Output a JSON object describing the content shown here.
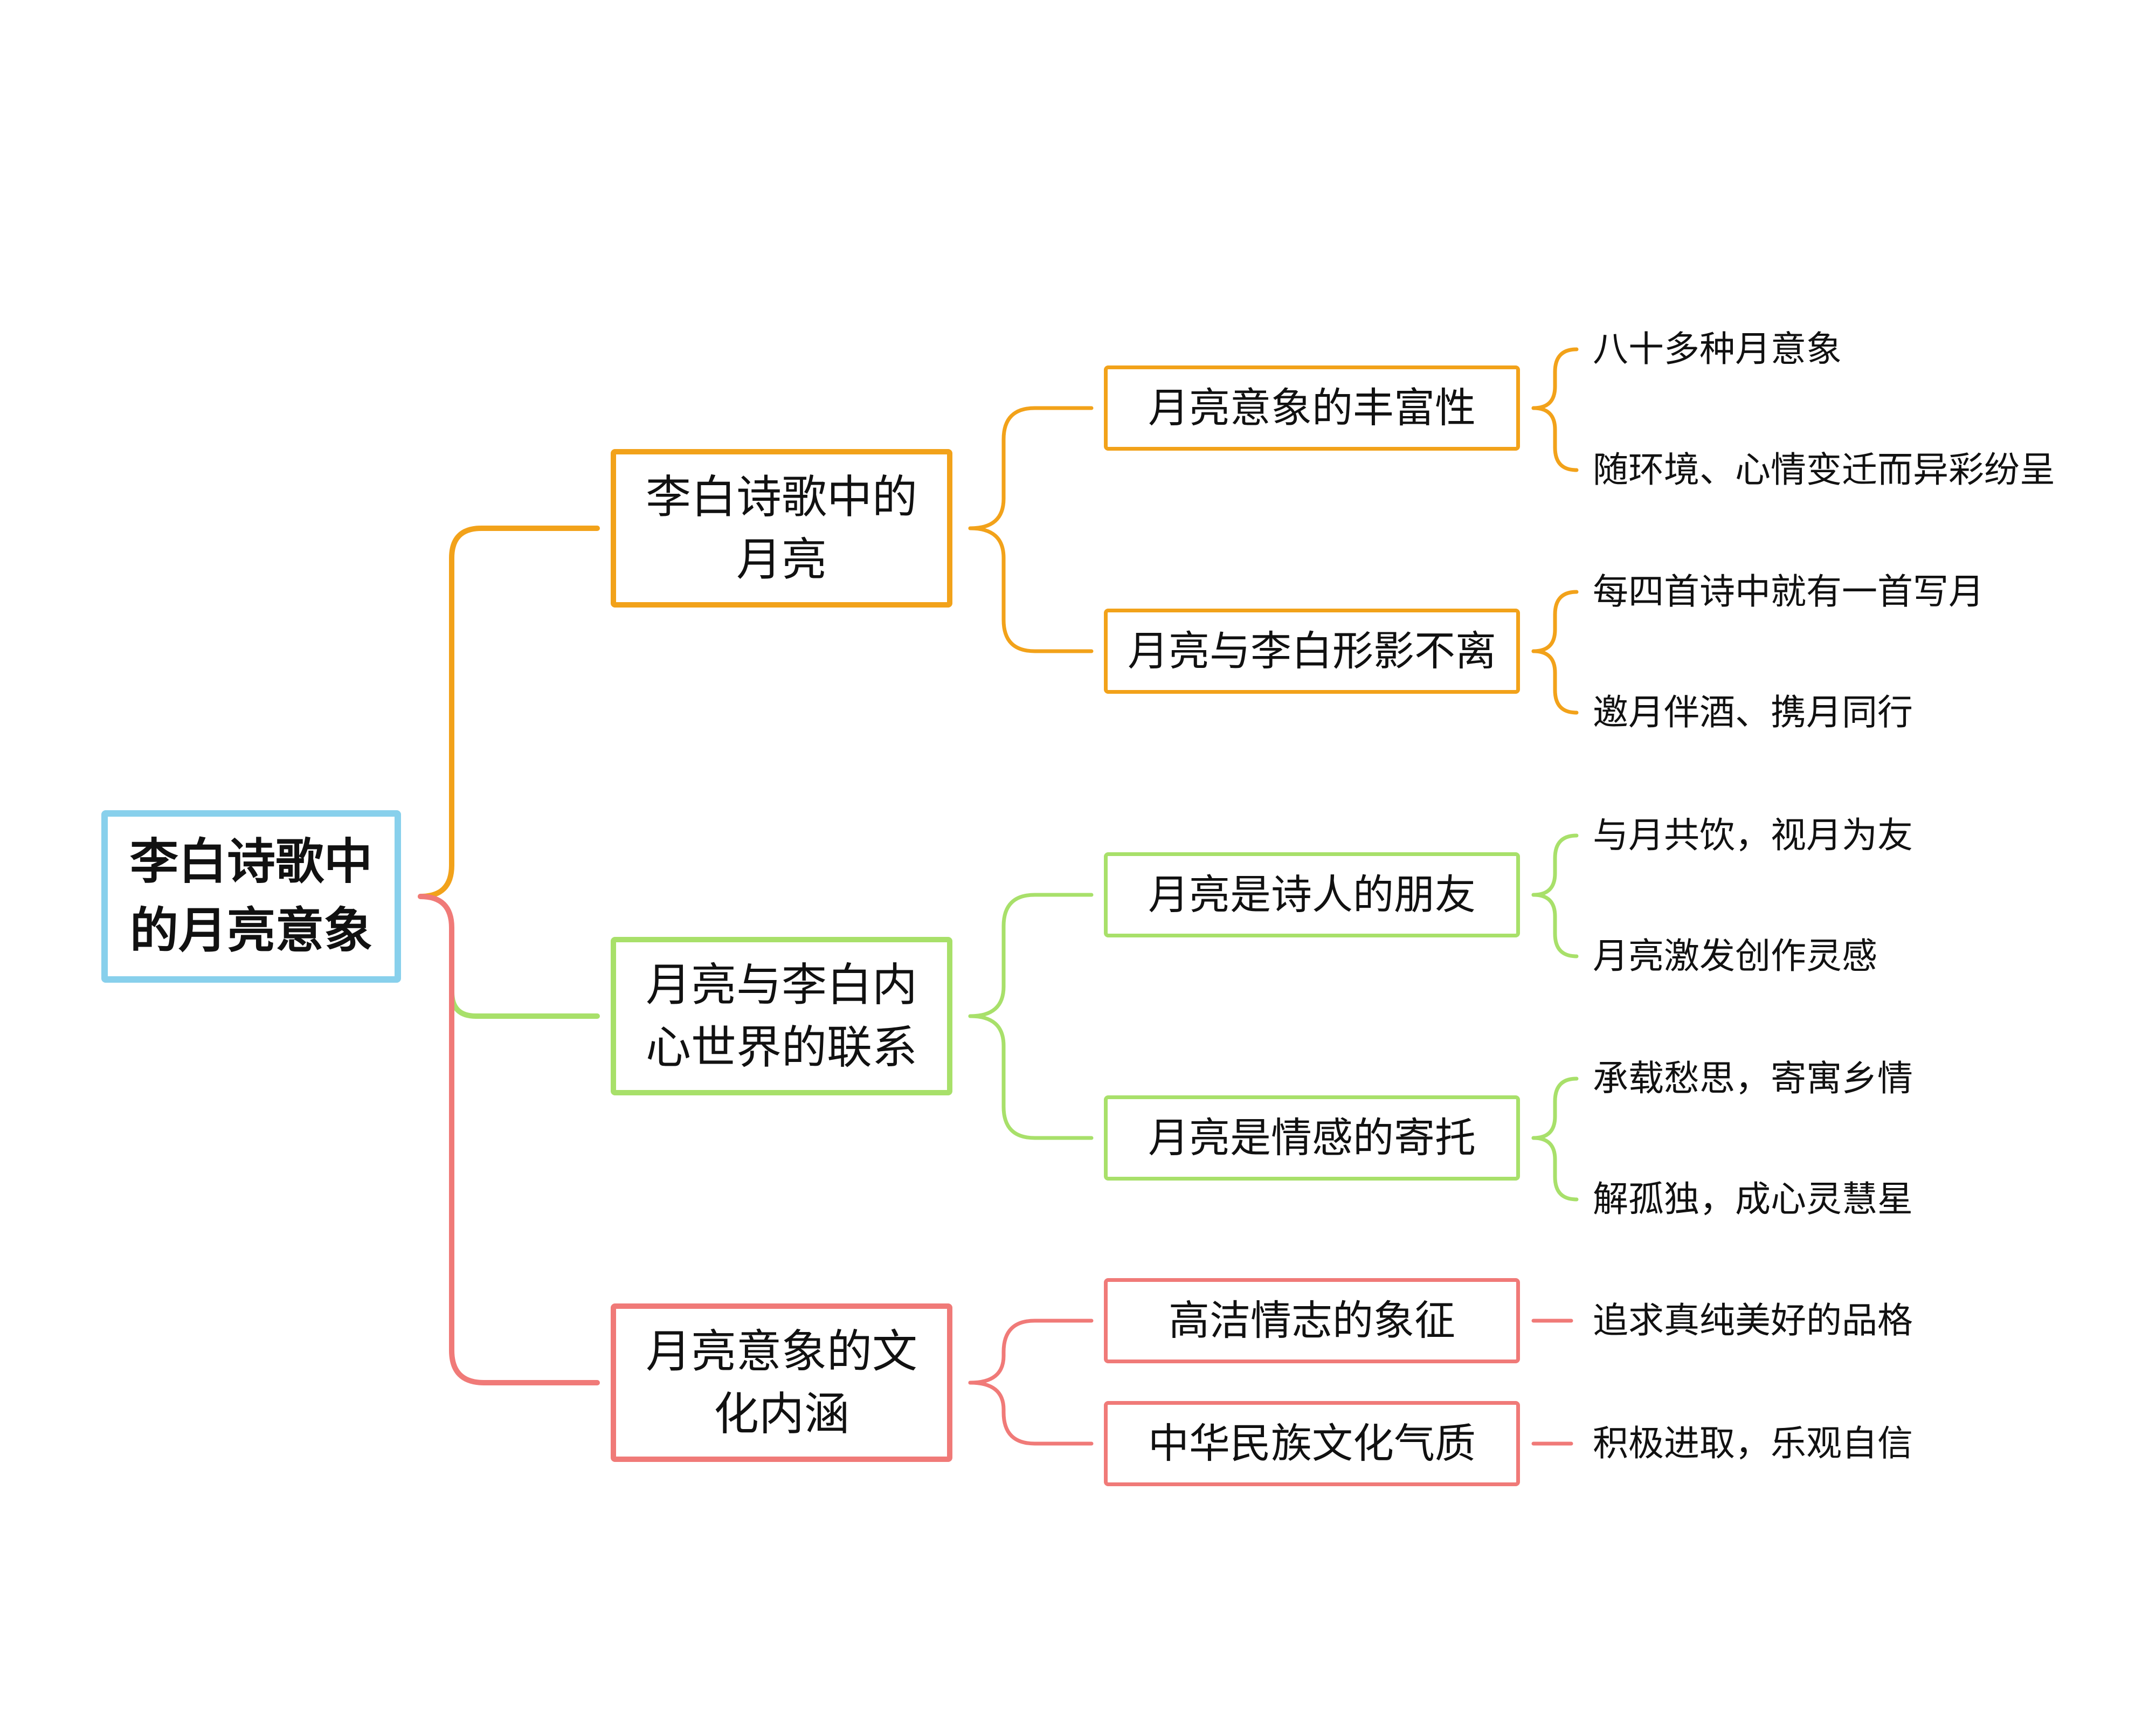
{
  "root": {
    "label_line1": "李白诗歌中",
    "label_line2": "的月亮意象",
    "border_color": "#88d0ec"
  },
  "branches": [
    {
      "color": "#f2a21a",
      "label_line1": "李白诗歌中的",
      "label_line2": "月亮",
      "subtopics": [
        {
          "label": "月亮意象的丰富性",
          "details": [
            "八十多种月意象",
            "随环境、心情变迁而异彩纷呈"
          ]
        },
        {
          "label": "月亮与李白形影不离",
          "details": [
            "每四首诗中就有一首写月",
            "邀月伴酒、携月同行"
          ]
        }
      ]
    },
    {
      "color": "#a8e06a",
      "label_line1": "月亮与李白内",
      "label_line2": "心世界的联系",
      "subtopics": [
        {
          "label": "月亮是诗人的朋友",
          "details": [
            "与月共饮，视月为友",
            "月亮激发创作灵感"
          ]
        },
        {
          "label": "月亮是情感的寄托",
          "details": [
            "承载愁思，寄寓乡情",
            "解孤独，成心灵慧星"
          ]
        }
      ]
    },
    {
      "color": "#f07a78",
      "label_line1": "月亮意象的文",
      "label_line2": "化内涵",
      "subtopics": [
        {
          "label": "高洁情志的象征",
          "details": [
            "追求真纯美好的品格"
          ]
        },
        {
          "label": "中华民族文化气质",
          "details": [
            "积极进取，乐观自信"
          ]
        }
      ]
    }
  ]
}
